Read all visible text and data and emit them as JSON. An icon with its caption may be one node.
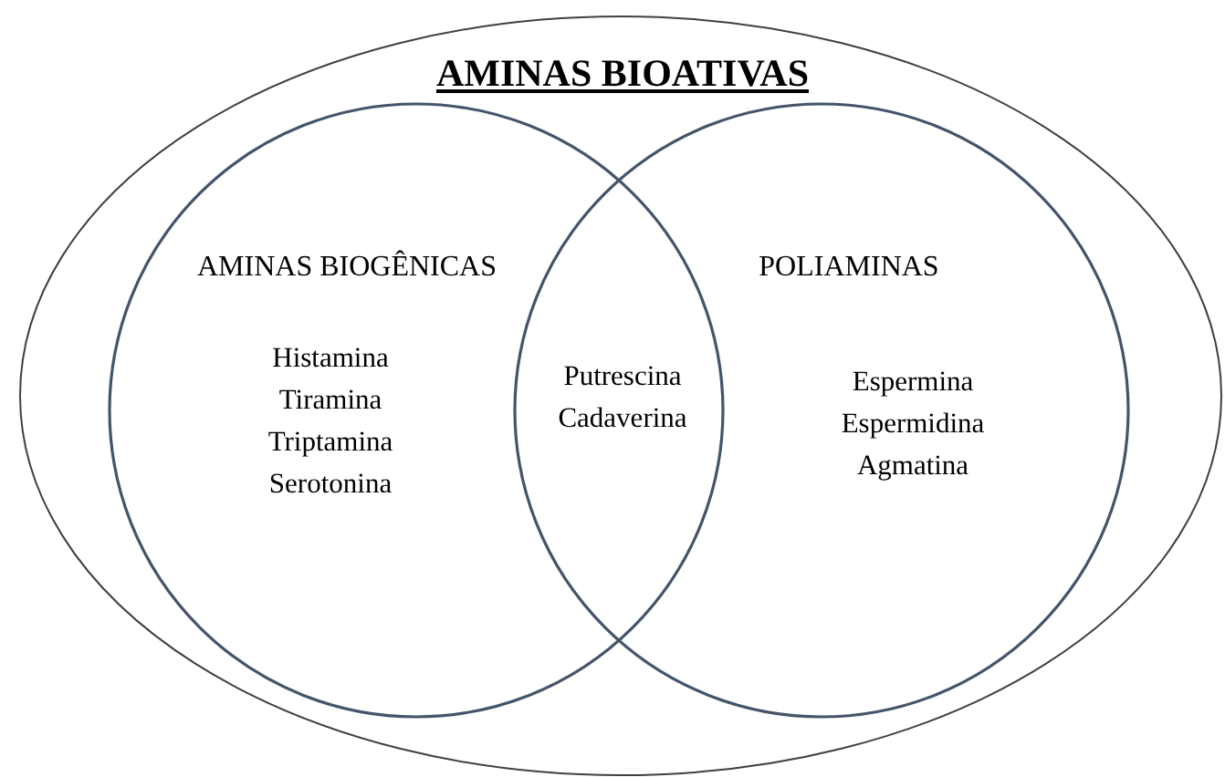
{
  "diagram": {
    "nodes": [
      {
        "text": [
          "AMINAS BIOATIVAS"
        ]
      },
      {
        "text": [
          "AMINAS BIOGÊNICAS",
          "Histamina",
          "Tiramina",
          "Triptamina",
          "Serotonina"
        ],
        "in": 0
      },
      {
        "text": [
          "POLIAMINAS",
          "Espermina",
          "Espermidina",
          "Agmatina"
        ],
        "in": 0
      },
      {
        "text": [
          "Putrescina",
          "Cadaverina"
        ]
      }
    ]
  }
}
